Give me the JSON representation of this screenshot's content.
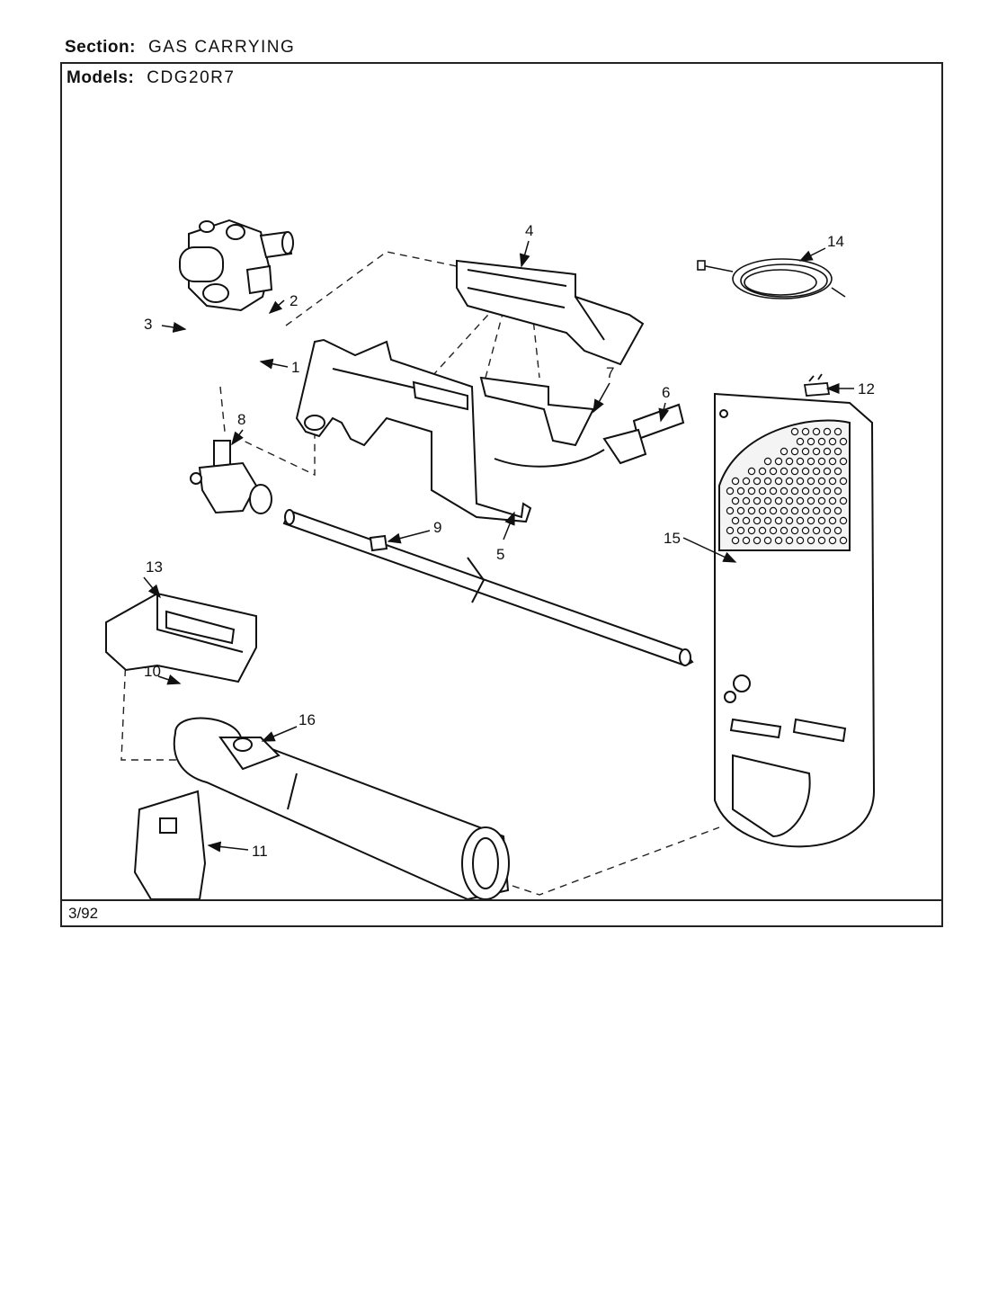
{
  "header": {
    "section_label": "Section:",
    "section_value": "GAS CARRYING",
    "models_label": "Models:",
    "models_value": "CDG20R7"
  },
  "footer": {
    "date_code": "3/92"
  },
  "callouts": {
    "c1": "1",
    "c2": "2",
    "c3": "3",
    "c4": "4",
    "c5": "5",
    "c6": "6",
    "c7": "7",
    "c8": "8",
    "c9": "9",
    "c10": "10",
    "c11": "11",
    "c12": "12",
    "c13": "13",
    "c14": "14",
    "c15": "15",
    "c16": "16"
  }
}
